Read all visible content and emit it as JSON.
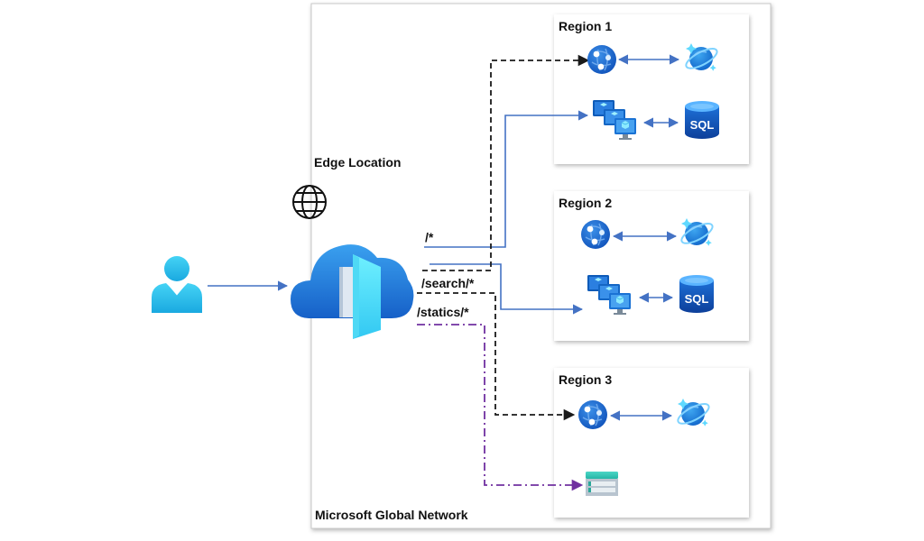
{
  "network": {
    "label": "Microsoft Global Network"
  },
  "edge": {
    "label": "Edge Location"
  },
  "routes": {
    "root": "/*",
    "search": "/search/*",
    "statics": "/statics/*"
  },
  "regions": [
    {
      "title": "Region 1"
    },
    {
      "title": "Region 2"
    },
    {
      "title": "Region 3"
    }
  ],
  "icons": {
    "user": "user-icon",
    "globe": "globe-icon",
    "front_door": "front-door-icon",
    "app_service": "app-service-icon",
    "cosmos_db": "cosmos-db-icon",
    "virtual_machines": "virtual-machines-icon",
    "sql_database": "sql-database-icon",
    "storage": "storage-account-icon"
  },
  "sql_label": "SQL",
  "colors": {
    "solid_route": "#4472c4",
    "dashed_route": "#1a1a1a",
    "statics_route": "#7030a0",
    "azure_blue": "#1f6fd1"
  }
}
